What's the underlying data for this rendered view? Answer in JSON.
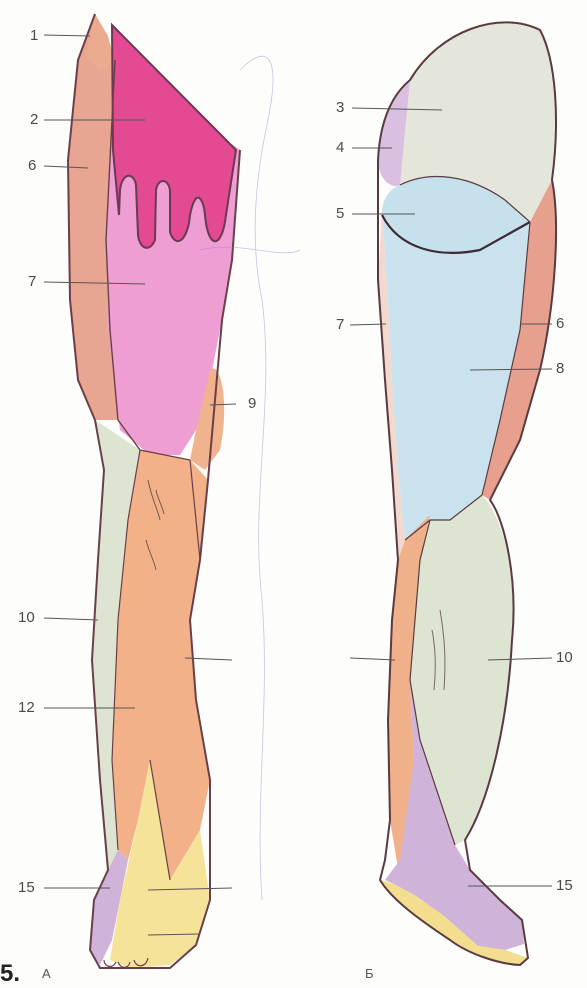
{
  "figure": {
    "number": "5.",
    "panel_a": "А",
    "panel_b": "Б"
  },
  "labels_a": [
    "1",
    "2",
    "6",
    "7",
    "9",
    "10",
    "12",
    "15"
  ],
  "labels_b": [
    "3",
    "4",
    "5",
    "7",
    "6",
    "8",
    "10",
    "15"
  ],
  "colors": {
    "zone1": "#e8a592",
    "zone2": "#e34a92",
    "zone3": "#e4e6dc",
    "zone4": "#d9bfe0",
    "zone5": "#c6e0ec",
    "zone6": "#e7a08e",
    "zone7": "#ee9ed2",
    "zone8": "#c9e2ed",
    "zone9": "#f0b38d",
    "zone10": "#dde4d2",
    "zone12": "#f2b189",
    "zone15": "#cfb3d8",
    "outline": "#6a4048"
  }
}
